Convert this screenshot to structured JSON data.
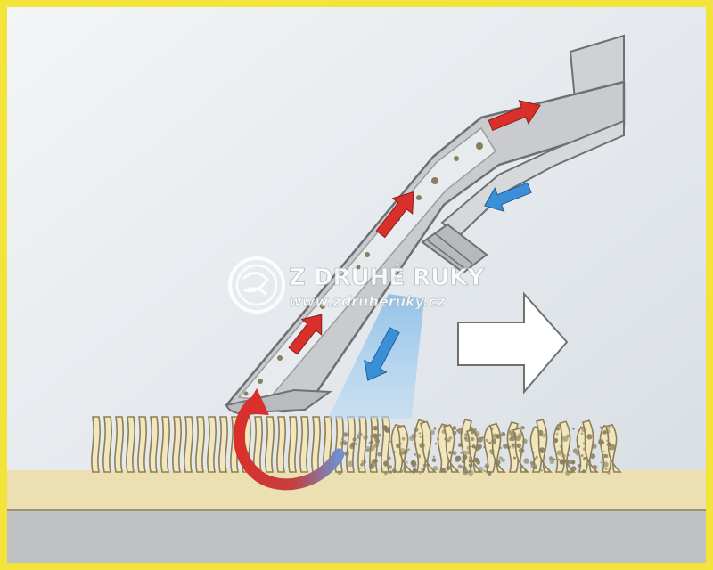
{
  "watermark": {
    "title": "Z DRUHÉ RUKY",
    "url": "www.zdruheruky.cz"
  },
  "colors": {
    "frame": "#f2e43a",
    "background": "#e6eaee",
    "floor": "#bfc1c3",
    "carpet_base": "#ece0b2",
    "carpet_fiber": "#f1e6bd",
    "fiber_outline": "#8c7f55",
    "nozzle": "#c9cbce",
    "nozzle_outline": "#6e7072",
    "suction_arrow": "#d9302b",
    "spray_arrow": "#3a8fd6",
    "spray_cone": "#9cc8ea",
    "move_arrow_fill": "#ffffff",
    "dirt": "#8a8060"
  },
  "icons": [
    "suction-flow-arrow",
    "spray-flow-arrow",
    "movement-direction-arrow",
    "recycle-hands-logo-icon"
  ]
}
